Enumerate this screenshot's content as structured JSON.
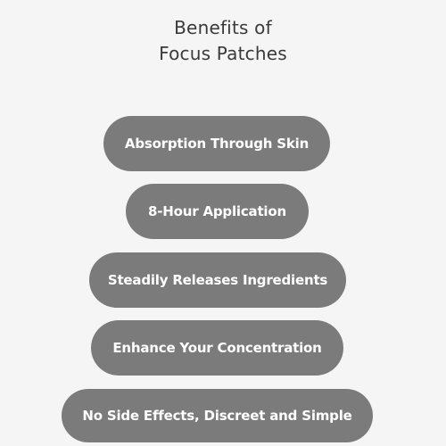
{
  "title": {
    "line1": "Benefits of",
    "line2": "Focus Patches"
  },
  "benefits": [
    {
      "label": "Absorption Through Skin"
    },
    {
      "label": "8-Hour Application"
    },
    {
      "label": "Steadily Releases Ingredients"
    },
    {
      "label": "Enhance Your Concentration"
    },
    {
      "label": "No Side Effects, Discreet and Simple"
    }
  ],
  "colors": {
    "background": "#f5f5f5",
    "pill": "#7b7b7b",
    "pill_text": "#ffffff",
    "title_text": "#3a3a3a"
  }
}
